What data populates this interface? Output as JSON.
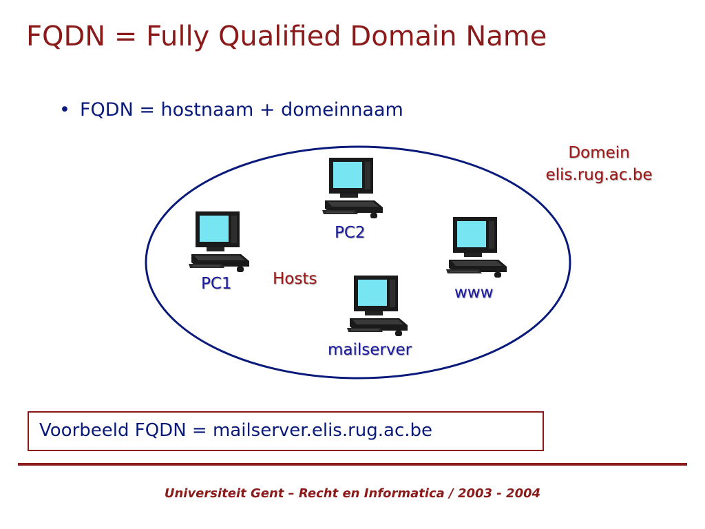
{
  "slide": {
    "title": "FQDN = Fully Qualified Domain Name",
    "bullet": "FQDN = hostnaam + domeinnaam",
    "bullet_marker": "•"
  },
  "diagram": {
    "domain_label_line1": "Domein",
    "domain_label_line2": "elis.rug.ac.be",
    "hosts_label": "Hosts",
    "hosts": [
      {
        "name": "PC1"
      },
      {
        "name": "PC2"
      },
      {
        "name": "www"
      },
      {
        "name": "mailserver"
      }
    ],
    "ellipse_color": "#0a1a7a",
    "screen_color": "#78e6f2"
  },
  "example": {
    "prefix": "Voorbeeld FQDN = ",
    "value": "mailserver.elis.rug.ac.be"
  },
  "footer": "Universiteit Gent – Recht en Informatica / 2003 - 2004"
}
